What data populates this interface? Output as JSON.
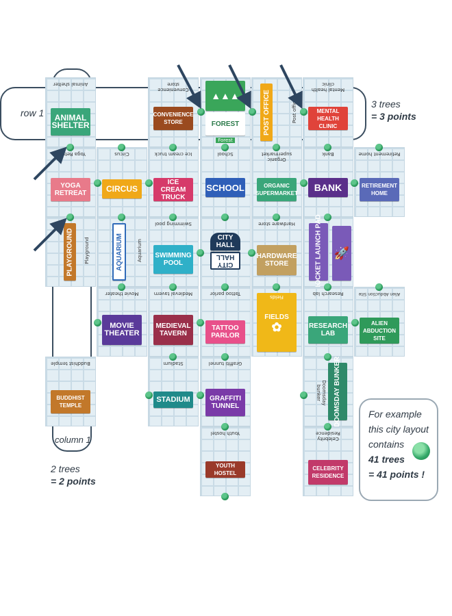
{
  "tiles": [
    {
      "id": "animal-shelter",
      "label": "Animal shelter",
      "sign": "ANIMAL SHELTER",
      "color": "#3aa67a",
      "col": 0,
      "row": 0
    },
    {
      "id": "convenience-store",
      "label": "Convenience store",
      "sign": "CONVENIENCE STORE",
      "color": "#9a4a1f",
      "col": 2,
      "row": 0
    },
    {
      "id": "forest",
      "label": "Forest",
      "sign": "FOREST",
      "color": "#3aa65a",
      "col": 3,
      "row": 0
    },
    {
      "id": "post-office",
      "label": "Post office",
      "sign": "POST OFFICE",
      "color": "#f0a818",
      "col": 4,
      "row": 0
    },
    {
      "id": "mental-health-clinic",
      "label": "Mental health clinic",
      "sign": "MENTAL HEALTH CLINIC",
      "color": "#e0433a",
      "col": 5,
      "row": 0
    },
    {
      "id": "yoga-retreat",
      "label": "Yoga Retreat",
      "sign": "YOGA RETREAT",
      "color": "#e87a8a",
      "col": 0,
      "row": 1
    },
    {
      "id": "circus",
      "label": "Circus",
      "sign": "CIRCUS",
      "color": "#f0a818",
      "col": 1,
      "row": 1
    },
    {
      "id": "ice-cream-truck",
      "label": "Ice cream truck",
      "sign": "ICE CREAM TRUCK",
      "color": "#d63a6a",
      "col": 2,
      "row": 1
    },
    {
      "id": "school",
      "label": "School",
      "sign": "SCHOOL",
      "color": "#2f5fb8",
      "col": 3,
      "row": 1
    },
    {
      "id": "organic-supermarket",
      "label": "Organic supermarket",
      "sign": "ORGANIC SUPERMARKET",
      "color": "#3aa67a",
      "col": 4,
      "row": 1
    },
    {
      "id": "bank",
      "label": "Bank",
      "sign": "BANK",
      "color": "#5a2f8a",
      "col": 5,
      "row": 1
    },
    {
      "id": "retirement-home",
      "label": "Retirement home",
      "sign": "RETIREMENT HOME",
      "color": "#5a6ab8",
      "col": 6,
      "row": 1
    },
    {
      "id": "playground",
      "label": "Playground",
      "sign": "PLAYGROUND",
      "color": "#c2782a",
      "col": 0,
      "row": 2
    },
    {
      "id": "aquarium",
      "label": "Aquarium",
      "sign": "AQUARIUM",
      "color": "#2f6ab8",
      "col": 1,
      "row": 2
    },
    {
      "id": "swimming-pool",
      "label": "Swimming pool",
      "sign": "SWIMMING POOL",
      "color": "#2fb0c8",
      "col": 2,
      "row": 2
    },
    {
      "id": "city-hall",
      "label": "",
      "sign": "CITY HALL",
      "color": "#1f3a5a",
      "col": 3,
      "row": 2
    },
    {
      "id": "hardware-store",
      "label": "Hardware store",
      "sign": "HARDWARE STORE",
      "color": "#c2a060",
      "col": 4,
      "row": 2
    },
    {
      "id": "rocket-launch-pad",
      "label": "Rocket Launch Pad",
      "sign": "ROCKET LAUNCH PAD",
      "color": "#7a5ab8",
      "col": 5,
      "row": 2
    },
    {
      "id": "movie-theater",
      "label": "Movie theater",
      "sign": "MOVIE THEATER",
      "color": "#5a3a9a",
      "col": 1,
      "row": 3
    },
    {
      "id": "medieval-tavern",
      "label": "Medieval tavern",
      "sign": "MEDIEVAL TAVERN",
      "color": "#9a2f4a",
      "col": 2,
      "row": 3
    },
    {
      "id": "tattoo-parlor",
      "label": "Tattoo parlor",
      "sign": "TATTOO PARLOR",
      "color": "#e8508a",
      "col": 3,
      "row": 3
    },
    {
      "id": "fields",
      "label": "Fields",
      "sign": "FIELDS",
      "color": "#f0b818",
      "col": 4,
      "row": 3
    },
    {
      "id": "research-lab",
      "label": "Research lab",
      "sign": "RESEARCH LAB",
      "color": "#3aa67a",
      "col": 5,
      "row": 3
    },
    {
      "id": "alien-abduction-site",
      "label": "Alien Abduction Site",
      "sign": "ALIEN ABDUCTION SITE",
      "color": "#2f9a5a",
      "col": 6,
      "row": 3
    },
    {
      "id": "buddhist-temple",
      "label": "Buddhist temple",
      "sign": "BUDDHIST TEMPLE",
      "color": "#c2782a",
      "col": 0,
      "row": 4
    },
    {
      "id": "stadium",
      "label": "Stadium",
      "sign": "STADIUM",
      "color": "#1f8a8a",
      "col": 2,
      "row": 4
    },
    {
      "id": "graffiti-tunnel",
      "label": "Graffiti tunnel",
      "sign": "GRAFFITI TUNNEL",
      "color": "#7a3aa8",
      "col": 3,
      "row": 4
    },
    {
      "id": "doomsday-bunker",
      "label": "Doomsday bunker",
      "sign": "DOOMSDAY BUNKER",
      "color": "#2f8a6a",
      "col": 5,
      "row": 4
    },
    {
      "id": "youth-hostel",
      "label": "Youth hostel",
      "sign": "YOUTH HOSTEL",
      "color": "#9a3a2a",
      "col": 3,
      "row": 5
    },
    {
      "id": "celebrity-residence",
      "label": "Celebrity Residence",
      "sign": "CELEBRITY RESIDENCE",
      "color": "#c23a6a",
      "col": 5,
      "row": 5
    }
  ],
  "fields_sign": "Fields",
  "city_hall_flip": "CITY HALL",
  "row_caption": "row 1",
  "row_points": {
    "line1": "3 trees",
    "line2": "= 3 points"
  },
  "column_caption": "column 1",
  "column_points": {
    "line1": "2 trees",
    "line2": "= 2 points"
  },
  "example": {
    "line1": "For example",
    "line2": "this city layout",
    "line3": "contains",
    "line4": "41 trees",
    "line5": "= 41 points !"
  },
  "colors": {
    "tile_bg": "#e3eef4",
    "tree": "#2b9a5b",
    "outline": "#3a4d5f"
  }
}
